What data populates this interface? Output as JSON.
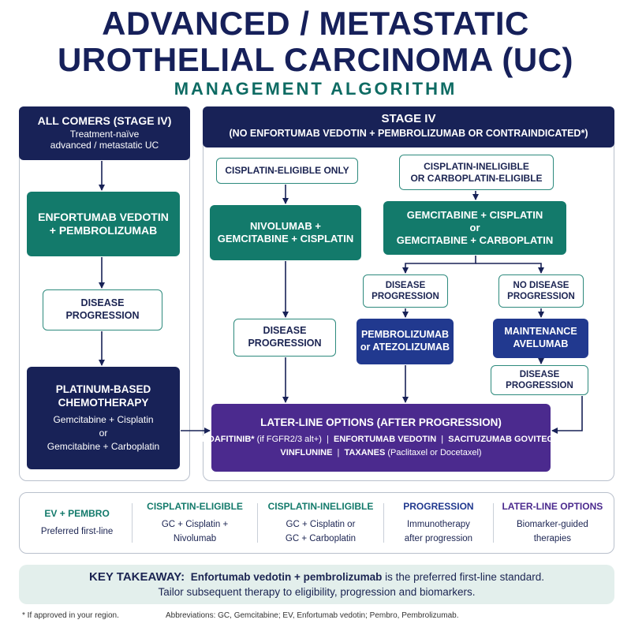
{
  "title": {
    "line1": "ADVANCED / METASTATIC",
    "line2": "UROTHELIAL CARCINOMA (UC)",
    "subtitle": "MANAGEMENT ALGORITHM"
  },
  "left_panel": {
    "header_title": "ALL COMERS (STAGE IV)",
    "header_sub1": "Treatment-naïve",
    "header_sub2": "advanced / metastatic UC",
    "ev_pembro_line1": "ENFORTUMAB VEDOTIN",
    "ev_pembro_line2": "+ PEMBROLIZUMAB",
    "progression_line1": "DISEASE",
    "progression_line2": "PROGRESSION",
    "platinum_line1": "PLATINUM-BASED",
    "platinum_line2": "CHEMOTHERAPY",
    "platinum_opt1": "Gemcitabine + Cisplatin",
    "platinum_or": "or",
    "platinum_opt2": "Gemcitabine + Carboplatin"
  },
  "right_panel": {
    "header_title": "STAGE IV",
    "header_sub": "(NO ENFORTUMAB VEDOTIN + PEMBROLIZUMAB OR CONTRAINDICATED*)",
    "cis_eligible": "CISPLATIN-ELIGIBLE ONLY",
    "cis_ineligible_line1": "CISPLATIN-INELIGIBLE",
    "cis_ineligible_line2": "OR CARBOPLATIN-ELIGIBLE",
    "nivo_line1": "NIVOLUMAB +",
    "nivo_line2": "GEMCITABINE + CISPLATIN",
    "gem_line1": "GEMCITABINE + CISPLATIN",
    "gem_or": "or",
    "gem_line2": "GEMCITABINE + CARBOPLATIN",
    "progression_a_line1": "DISEASE",
    "progression_a_line2": "PROGRESSION",
    "progression_b_line1": "DISEASE",
    "progression_b_line2": "PROGRESSION",
    "no_progression_line1": "NO DISEASE",
    "no_progression_line2": "PROGRESSION",
    "pembro_atezo_line1": "PEMBROLIZUMAB",
    "pembro_atezo_line2": "or ATEZOLIZUMAB",
    "maintenance_line1": "MAINTENANCE",
    "maintenance_line2": "AVELUMAB",
    "progression_c_line1": "DISEASE",
    "progression_c_line2": "PROGRESSION"
  },
  "later_line": {
    "title": "LATER-LINE OPTIONS (AFTER PROGRESSION)",
    "erda": "ERDAFITINIB*",
    "erda_note": " (if FGFR2/3 alt+)",
    "sep": "|",
    "ev": "ENFORTUMAB VEDOTIN",
    "sg": "SACITUZUMAB GOVITECAN",
    "vin": "VINFLUNINE",
    "tax": "TAXANES",
    "tax_note": " (Paclitaxel or Docetaxel)"
  },
  "legend": [
    {
      "heading": "EV + PEMBRO",
      "line1": "Preferred first-line",
      "line2": "",
      "color": "#137a6b"
    },
    {
      "heading": "CISPLATIN-ELIGIBLE",
      "line1": "GC + Cisplatin +",
      "line2": "Nivolumab",
      "color": "#137a6b"
    },
    {
      "heading": "CISPLATIN-INELIGIBLE",
      "line1": "GC + Cisplatin or",
      "line2": "GC + Carboplatin",
      "color": "#137a6b"
    },
    {
      "heading": "PROGRESSION",
      "line1": "Immunotherapy",
      "line2": "after progression",
      "color": "#21398f"
    },
    {
      "heading": "LATER-LINE OPTIONS",
      "line1": "Biomarker-guided",
      "line2": "therapies",
      "color": "#4b2a8e"
    }
  ],
  "takeaway": {
    "label": "KEY TAKEAWAY:",
    "bold_part": "Enfortumab vedotin + pembrolizumab",
    "rest": " is the preferred first-line standard.",
    "line2": "Tailor subsequent therapy to eligibility, progression and biomarkers."
  },
  "footer": {
    "note": "* If approved in your region.",
    "abbr": "Abbreviations: GC, Gemcitabine; EV, Enfortumab vedotin; Pembro, Pembrolizumab."
  },
  "colors": {
    "navy": "#182257",
    "green": "#137a6b",
    "blue": "#21398f",
    "purple": "#4b2a8e",
    "takeaway_bg": "#e3efec"
  }
}
